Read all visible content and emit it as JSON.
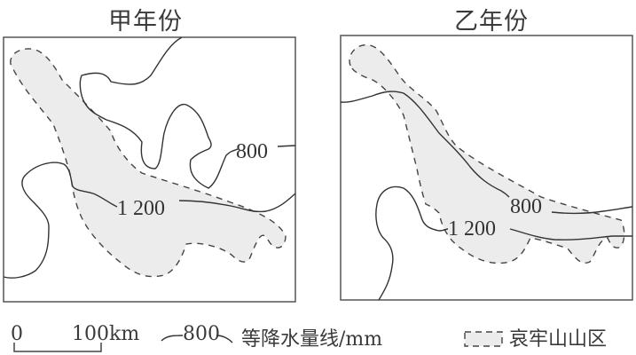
{
  "panels": [
    {
      "title": "甲年份",
      "labels": {
        "iso_800": "800",
        "iso_1200": "1 200"
      }
    },
    {
      "title": "乙年份",
      "labels": {
        "iso_800": "800",
        "iso_1200": "1 200"
      }
    }
  ],
  "legend": {
    "scale_zero": "0",
    "scale_max": "100km",
    "isoline_sample": "800",
    "isoline_label": "等降水量线/mm",
    "area_label": "哀牢山山区"
  },
  "colors": {
    "line": "#333333",
    "mountain_fill": "#ededed",
    "frame": "#555555"
  }
}
